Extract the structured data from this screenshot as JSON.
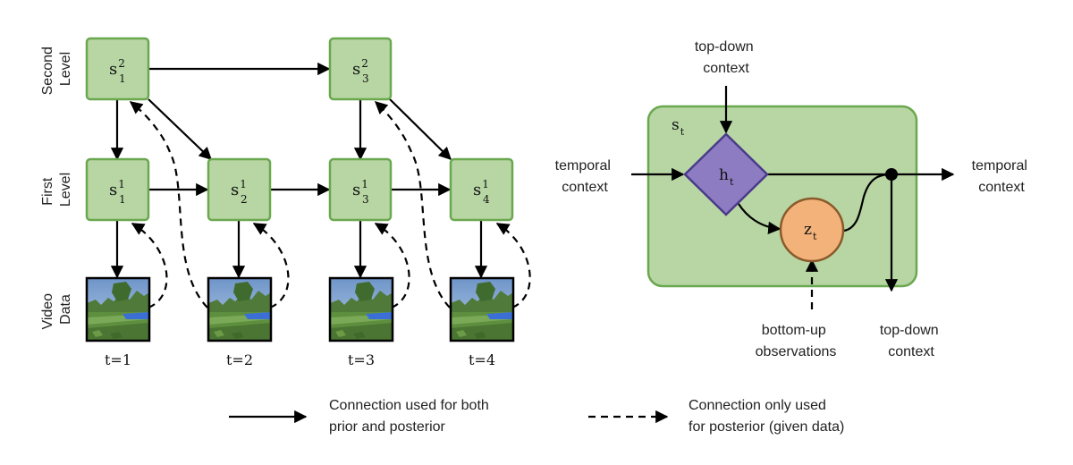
{
  "levels": {
    "second": [
      "Second",
      "Level"
    ],
    "first": [
      "First",
      "Level"
    ],
    "video": [
      "Video",
      "Data"
    ]
  },
  "nodes": {
    "s2_1": {
      "base": "s",
      "sup": "2",
      "sub": "1"
    },
    "s2_3": {
      "base": "s",
      "sup": "2",
      "sub": "3"
    },
    "s1_1": {
      "base": "s",
      "sup": "1",
      "sub": "1"
    },
    "s1_2": {
      "base": "s",
      "sup": "1",
      "sub": "2"
    },
    "s1_3": {
      "base": "s",
      "sup": "1",
      "sub": "3"
    },
    "s1_4": {
      "base": "s",
      "sup": "1",
      "sub": "4"
    }
  },
  "timesteps": [
    "t=1",
    "t=2",
    "t=3",
    "t=4"
  ],
  "cell": {
    "state": {
      "base": "s",
      "sub": "t"
    },
    "h": {
      "base": "h",
      "sub": "t"
    },
    "z": {
      "base": "z",
      "sub": "t"
    },
    "top_down_in": [
      "top-down",
      "context"
    ],
    "temporal_in": [
      "temporal",
      "context"
    ],
    "temporal_out": [
      "temporal",
      "context"
    ],
    "bottom_up": [
      "bottom-up",
      "observations"
    ],
    "top_down_out": [
      "top-down",
      "context"
    ]
  },
  "legend": {
    "solid": [
      "Connection used for both",
      "prior and posterior"
    ],
    "dashed": [
      "Connection only used",
      "for posterior (given data)"
    ]
  },
  "colors": {
    "node_fill": "#b7d6a4",
    "node_stroke": "#6aa84f",
    "h_fill": "#8e7cc3",
    "h_stroke": "#4a3a8a",
    "z_fill": "#f3b27a",
    "z_stroke": "#8a5a2a",
    "arrow": "#000000"
  }
}
